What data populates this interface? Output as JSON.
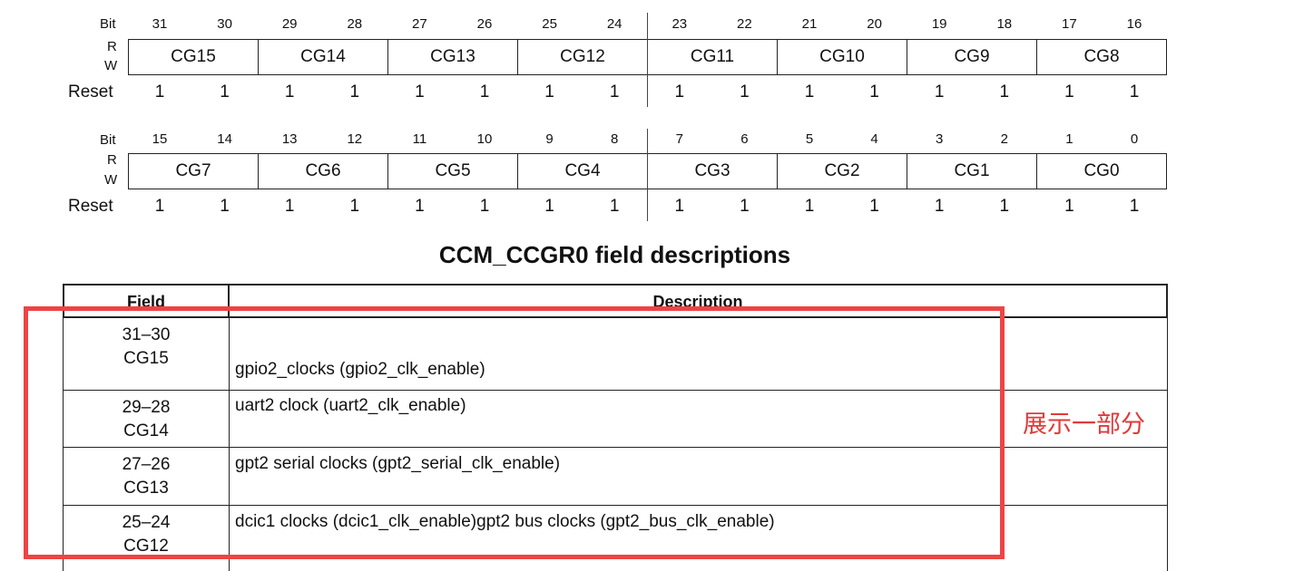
{
  "labels": {
    "bit": "Bit",
    "r": "R",
    "w": "W",
    "reset": "Reset"
  },
  "register_top": {
    "bits": [
      "31",
      "30",
      "29",
      "28",
      "27",
      "26",
      "25",
      "24",
      "23",
      "22",
      "21",
      "20",
      "19",
      "18",
      "17",
      "16"
    ],
    "fields": [
      "CG15",
      "CG14",
      "CG13",
      "CG12",
      "CG11",
      "CG10",
      "CG9",
      "CG8"
    ],
    "reset": [
      "1",
      "1",
      "1",
      "1",
      "1",
      "1",
      "1",
      "1",
      "1",
      "1",
      "1",
      "1",
      "1",
      "1",
      "1",
      "1"
    ]
  },
  "register_bottom": {
    "bits": [
      "15",
      "14",
      "13",
      "12",
      "11",
      "10",
      "9",
      "8",
      "7",
      "6",
      "5",
      "4",
      "3",
      "2",
      "1",
      "0"
    ],
    "fields": [
      "CG7",
      "CG6",
      "CG5",
      "CG4",
      "CG3",
      "CG2",
      "CG1",
      "CG0"
    ],
    "reset": [
      "1",
      "1",
      "1",
      "1",
      "1",
      "1",
      "1",
      "1",
      "1",
      "1",
      "1",
      "1",
      "1",
      "1",
      "1",
      "1"
    ]
  },
  "table": {
    "title": "CCM_CCGR0 field descriptions",
    "headers": {
      "field": "Field",
      "description": "Description"
    },
    "rows": [
      {
        "bits": "31–30",
        "name": "CG15",
        "description": "gpio2_clocks (gpio2_clk_enable)"
      },
      {
        "bits": "29–28",
        "name": "CG14",
        "description": "uart2 clock (uart2_clk_enable)"
      },
      {
        "bits": "27–26",
        "name": "CG13",
        "description": "gpt2 serial clocks (gpt2_serial_clk_enable)"
      },
      {
        "bits": "25–24",
        "name": "CG12",
        "description": "dcic1 clocks (dcic1_clk_enable)gpt2 bus clocks (gpt2_bus_clk_enable)"
      }
    ]
  },
  "annotation": {
    "text": "展示一部分",
    "color": "#e03a3a"
  }
}
